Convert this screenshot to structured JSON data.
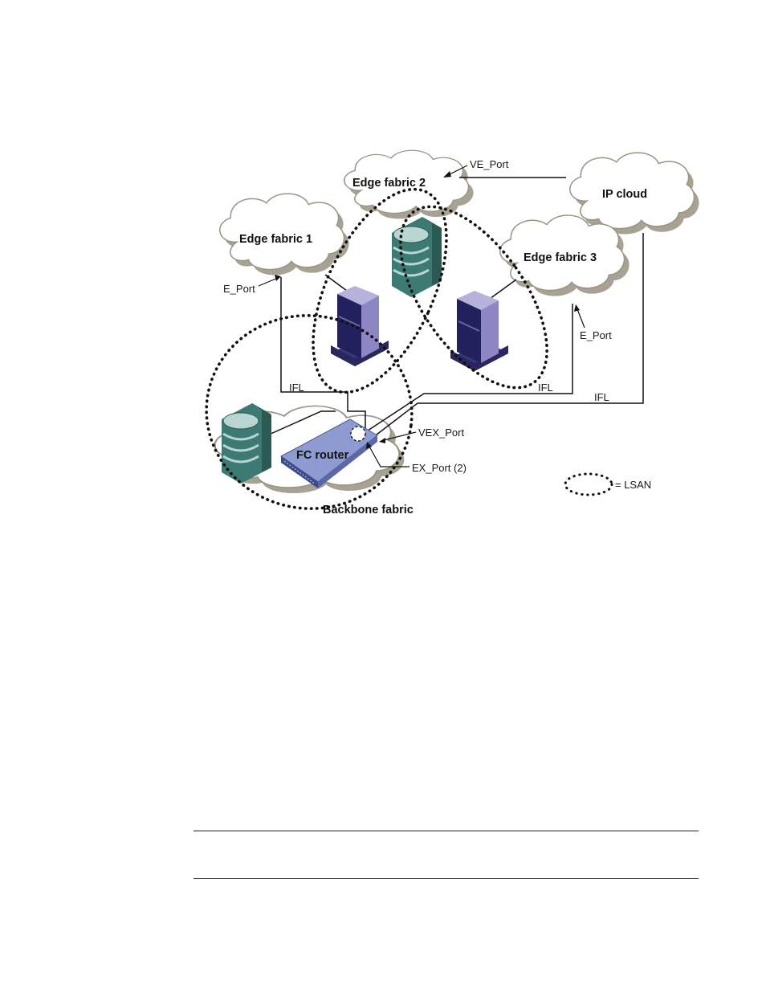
{
  "diagram": {
    "clouds": {
      "edge_fabric_1": "Edge fabric 1",
      "edge_fabric_2": "Edge fabric 2",
      "edge_fabric_3": "Edge fabric 3",
      "ip_cloud": "IP cloud",
      "backbone_fabric": "Backbone fabric"
    },
    "devices": {
      "fc_router": "FC router"
    },
    "ports": {
      "ve_port": "VE_Port",
      "e_port_left": "E_Port",
      "e_port_right": "E_Port",
      "vex_port": "VEX_Port",
      "ex_port": "EX_Port (2)"
    },
    "links": {
      "ifl_left": "IFL",
      "ifl_middle": "IFL",
      "ifl_right": "IFL"
    },
    "legend": {
      "lsan": "= LSAN"
    }
  },
  "colors": {
    "storage_teal": "#3e7a74",
    "storage_light": "#b9d6d2",
    "server_navy": "#23205e",
    "server_lavender": "#8c86c4",
    "router_blue": "#8d9bd0",
    "cloud_shadow": "#a8a294"
  }
}
